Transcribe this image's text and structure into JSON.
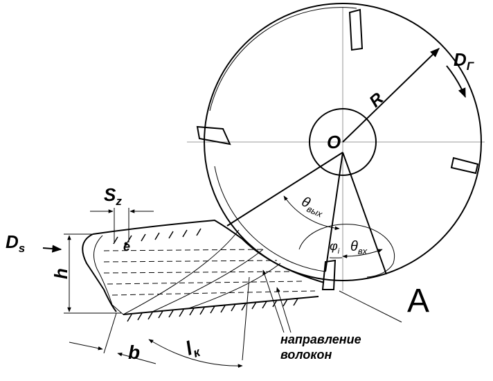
{
  "labels": {
    "center": "O",
    "radius": "R",
    "rotation": "D",
    "rotation_sub": "Г",
    "feed_dir": "D",
    "feed_dir_sub": "s",
    "feed_per_tooth": "S",
    "feed_per_tooth_sub": "z",
    "height": "h",
    "width": "b",
    "contact_len": "l",
    "contact_len_sub": "к",
    "point_e": "e",
    "theta_out": "θ",
    "theta_out_sub": "вых",
    "theta_in": "θ",
    "theta_in_sub": "вх",
    "phi": "φ",
    "phi_sub": "i",
    "detail": "A",
    "fiber_line1": "направление",
    "fiber_line2": "волокон"
  }
}
